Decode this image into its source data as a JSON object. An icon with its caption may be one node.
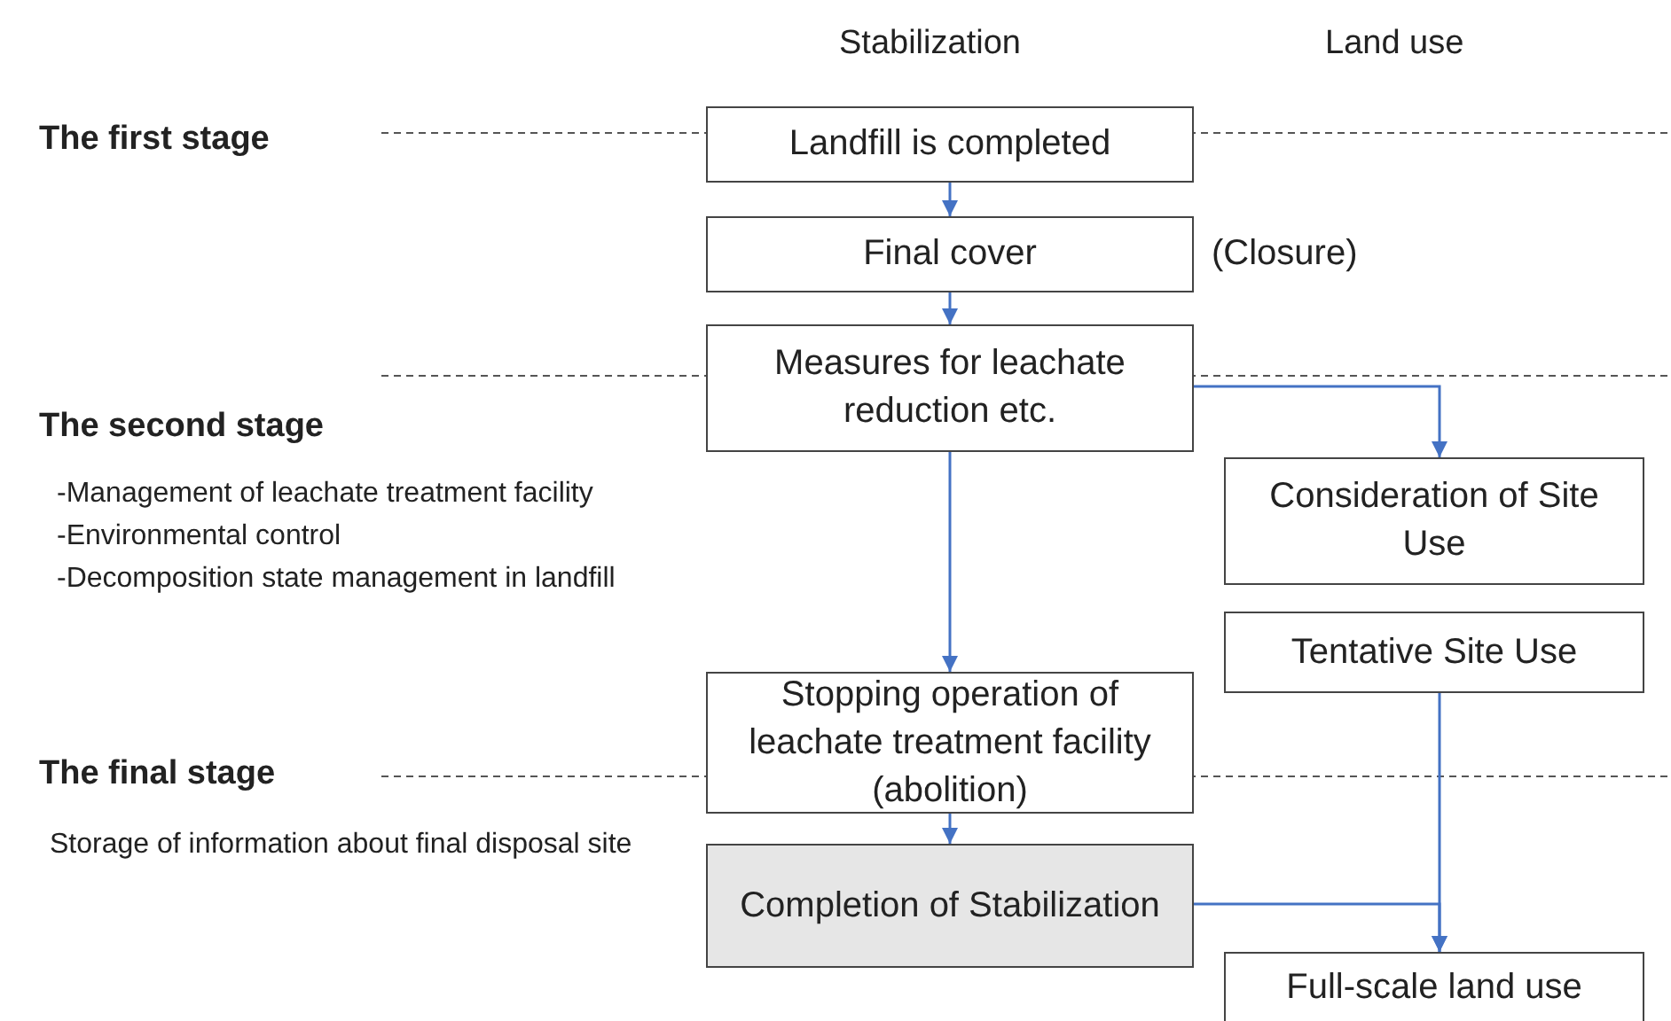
{
  "diagram": {
    "nodes": [
      {
        "text": [
          "Landfill is completed"
        ]
      },
      {
        "text": [
          "Final cover"
        ],
        "beside": [
          "(Closure)"
        ]
      },
      {
        "text": [
          "Measures for leachate reduction etc."
        ]
      },
      {
        "text": [
          "Consideration of Site Use"
        ]
      },
      {
        "text": [
          "Tentative Site Use"
        ]
      },
      {
        "text": [
          "Stopping operation of leachate treatment facility (abolition)"
        ]
      },
      {
        "text": [
          "Completion of Stabilization"
        ]
      },
      {
        "text": [
          "Full-scale land use"
        ]
      }
    ],
    "edges": [
      {
        "from": 0,
        "to": 1,
        "arrow": "to"
      },
      {
        "from": 1,
        "to": 2,
        "arrow": "to"
      },
      {
        "from": 2,
        "to": 3,
        "arrow": "to"
      },
      {
        "from": 2,
        "to": 5,
        "arrow": "to"
      },
      {
        "from": 4,
        "to": 7,
        "arrow": "to"
      },
      {
        "from": 5,
        "to": 6,
        "arrow": "to"
      },
      {
        "from": 6,
        "to": 7,
        "arrow": "to"
      }
    ],
    "labels": [
      "Stabilization",
      "Land use",
      "The first stage",
      "The second stage",
      "-Management of leachate treatment facility",
      "-Environmental control",
      "-Decomposition state management in landfill",
      "The final stage",
      "Storage of information about final disposal site"
    ]
  }
}
